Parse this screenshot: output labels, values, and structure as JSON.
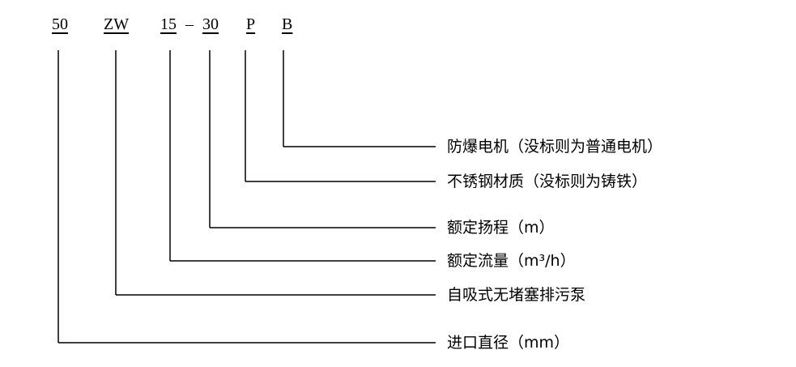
{
  "model_code": {
    "segments": [
      "50",
      "ZW",
      "15",
      "30",
      "P",
      "B"
    ],
    "separator": "–"
  },
  "legend": [
    "防爆电机（没标则为普通电机）",
    "不锈钢材质（没标则为铸铁）",
    "额定扬程（m）",
    "额定流量（m³/h）",
    "自吸式无堵塞排污泵",
    "进口直径（mm）"
  ]
}
